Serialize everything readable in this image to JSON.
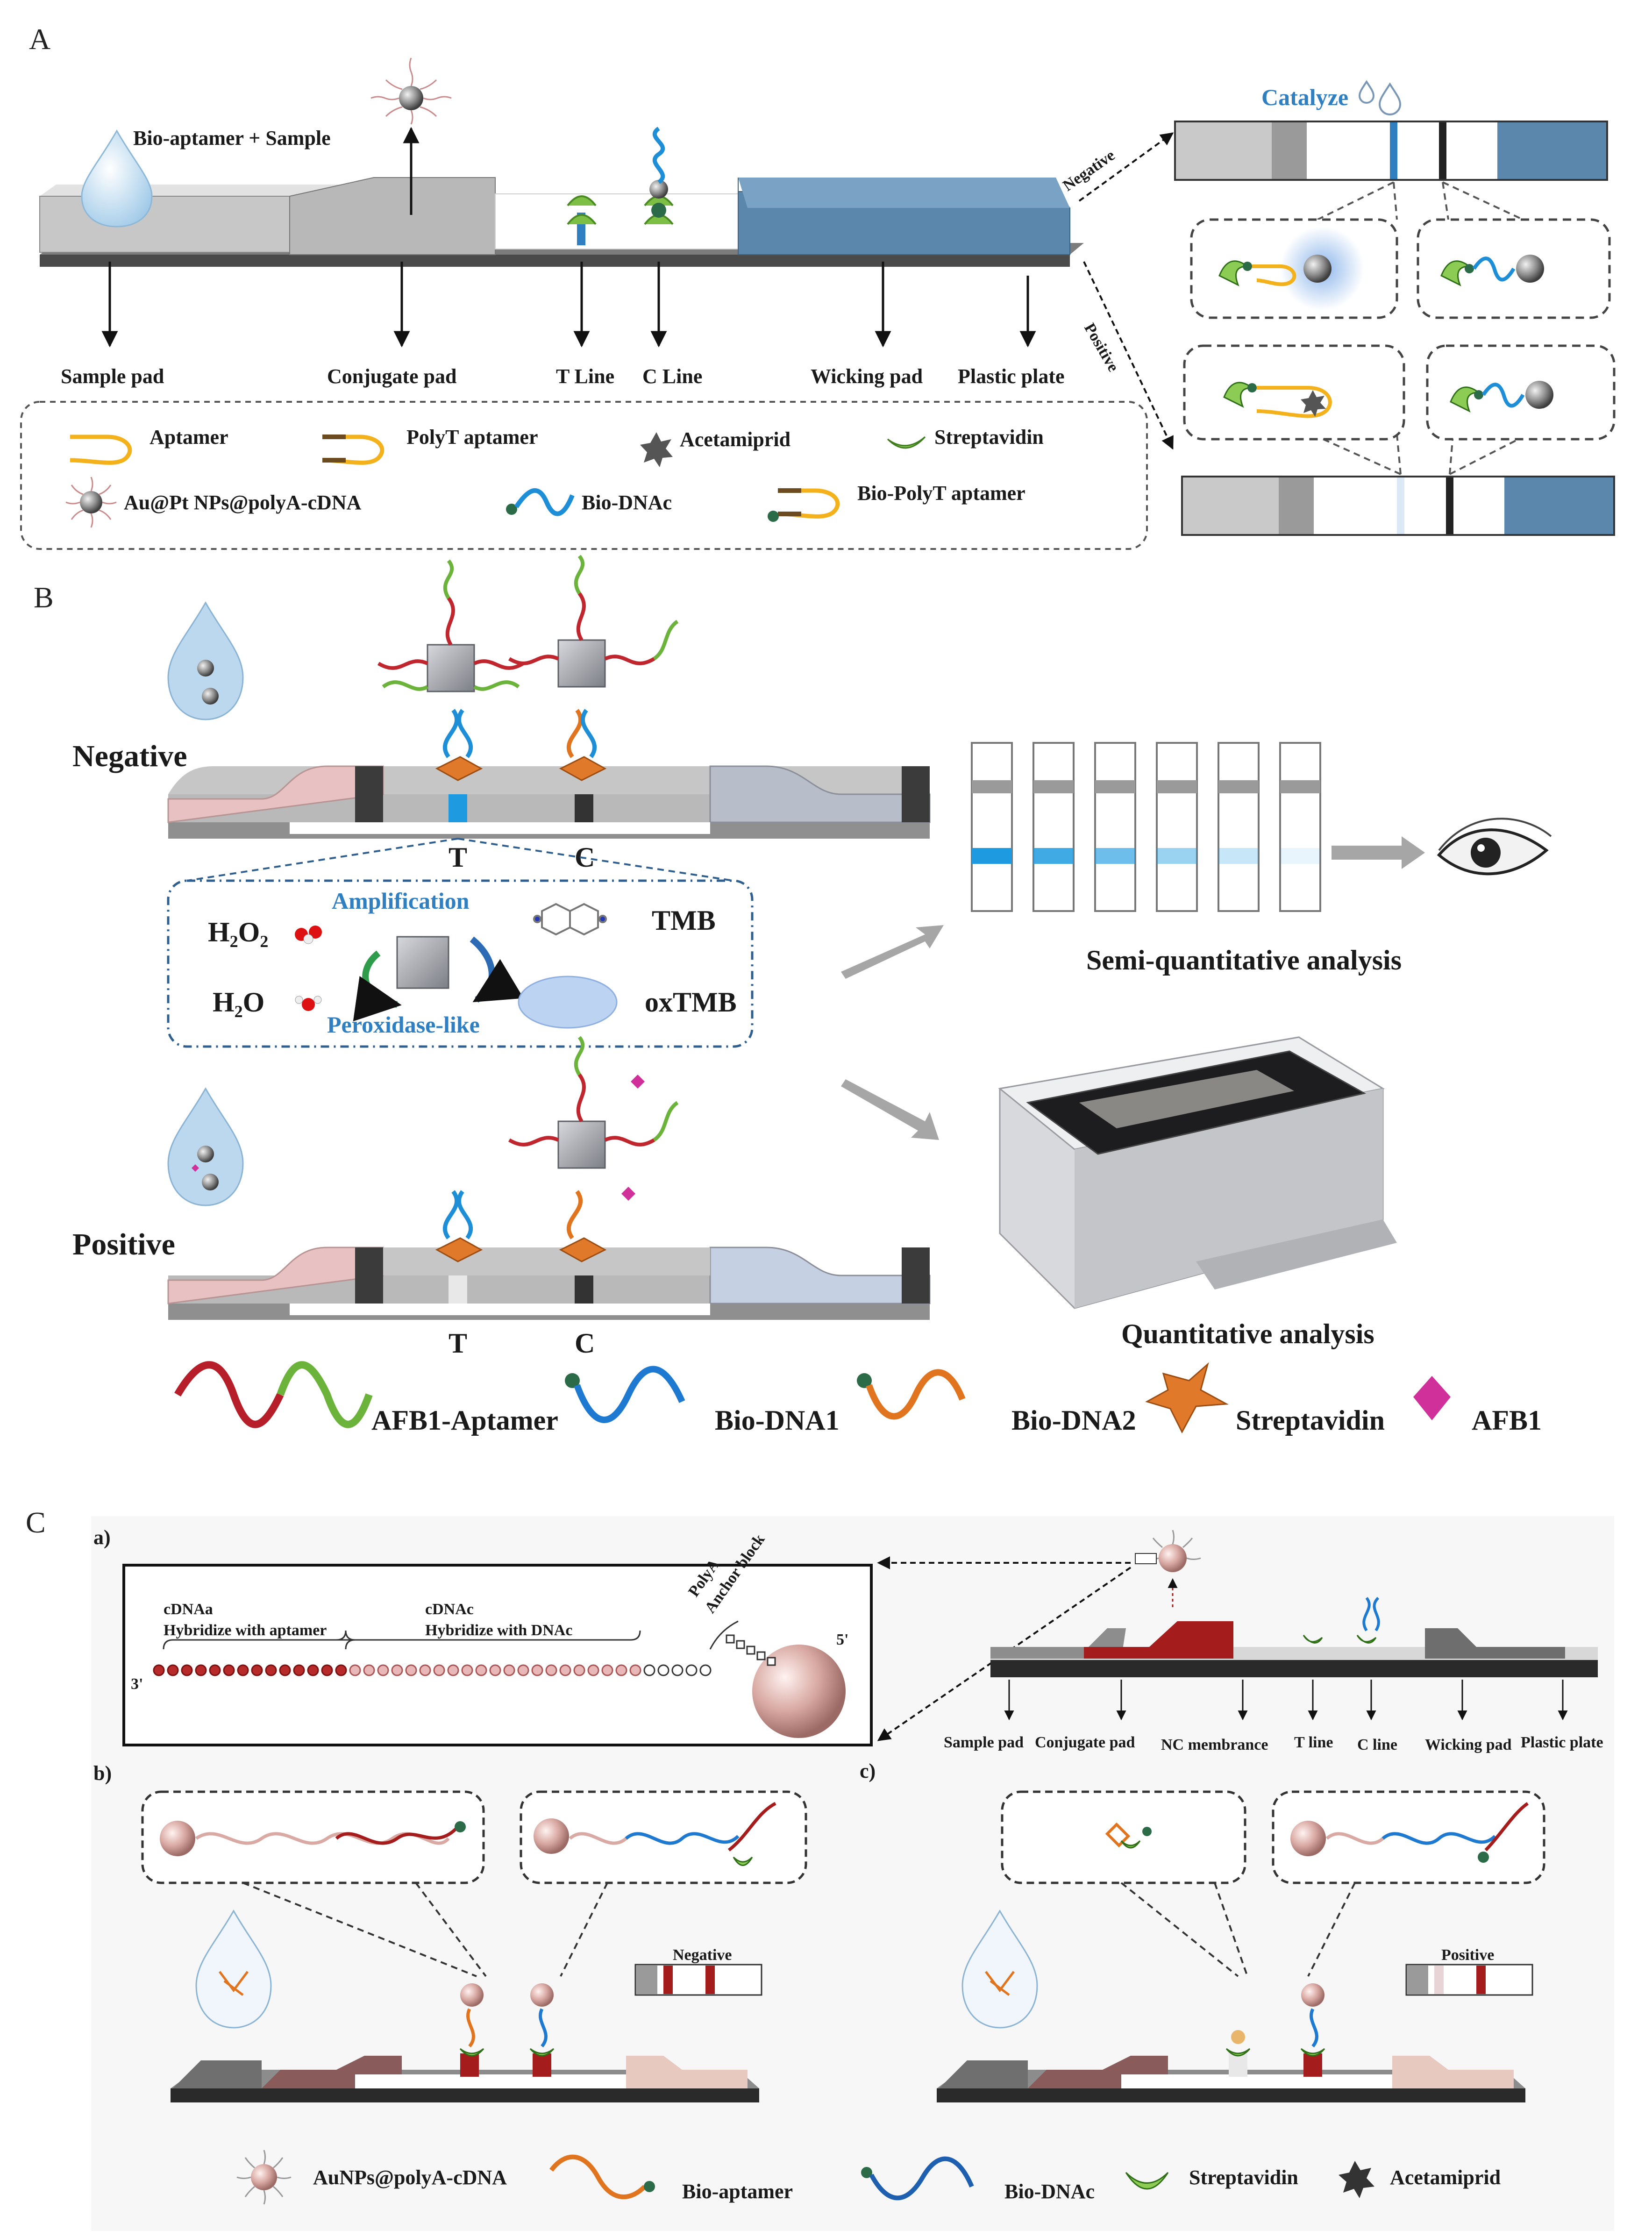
{
  "panels": {
    "A": {
      "letter": "A",
      "drop_label": "Bio-aptamer + Sample",
      "parts": [
        "Sample pad",
        "Conjugate pad",
        "T Line",
        "C Line",
        "Wicking pad",
        "Plastic plate"
      ],
      "negative": "Negative",
      "positive": "Positive",
      "catalyze": "Catalyze",
      "legend": {
        "aptamer": "Aptamer",
        "polyt_aptamer": "PolyT aptamer",
        "acetamiprid": "Acetamiprid",
        "streptavidin": "Streptavidin",
        "nps": "Au@Pt NPs@polyA-cDNA",
        "bio_dnac": "Bio-DNAc",
        "bio_polyt": "Bio-PolyT aptamer"
      },
      "colors": {
        "strip_blue": "#5b87ad",
        "pad_gray": "#c8c8c8",
        "t_line": "#2f7fc1",
        "c_line": "#222222"
      }
    },
    "B": {
      "letter": "B",
      "negative": "Negative",
      "positive": "Positive",
      "t": "T",
      "c": "C",
      "amplification": "Amplification",
      "peroxidase": "Peroxidase-like",
      "h2o2": "H₂O₂",
      "h2o": "H₂O",
      "tmb": "TMB",
      "oxtmb": "oxTMB",
      "semi": "Semi-quantitative  analysis",
      "quant": "Quantitative  analysis",
      "strip_levels": [
        1.0,
        0.85,
        0.65,
        0.45,
        0.25,
        0.1
      ],
      "legend": {
        "afb1_aptamer": "AFB1-Aptamer",
        "bio_dna1": "Bio-DNA1",
        "bio_dna2": "Bio-DNA2",
        "streptavidin": "Streptavidin",
        "afb1": "AFB1"
      },
      "colors": {
        "blue_line": "#1e9be0",
        "pink_pad": "#e8c2c2",
        "gray_pad": "#b7bdc9",
        "streptavidin": "#e07a2a",
        "afb1": "#d0309a"
      }
    },
    "C": {
      "letter": "C",
      "a": "a)",
      "b": "b)",
      "c": "c)",
      "cdnaa": "cDNAa",
      "hyb_aptamer": "Hybridize with aptamer",
      "cdnac": "cDNAc",
      "hyb_dnac": "Hybridize with DNAc",
      "polya_anchor": "PolyA",
      "anchor_block": "Anchor block",
      "end3": "3'",
      "end5": "5'",
      "parts": [
        "Sample pad",
        "Conjugate pad",
        "NC membrance",
        "T line",
        "C line",
        "Wicking pad",
        "Plastic plate"
      ],
      "negative": "Negative",
      "positive": "Positive",
      "legend": {
        "aunps": "AuNPs@polyA-cDNA",
        "bio_aptamer": "Bio-aptamer",
        "bio_dnac": "Bio-DNAc",
        "streptavidin": "Streptavidin",
        "acetamiprid": "Acetamiprid"
      },
      "colors": {
        "conjugate_red": "#a51c1c",
        "bead": "#d9a9a3"
      }
    }
  }
}
